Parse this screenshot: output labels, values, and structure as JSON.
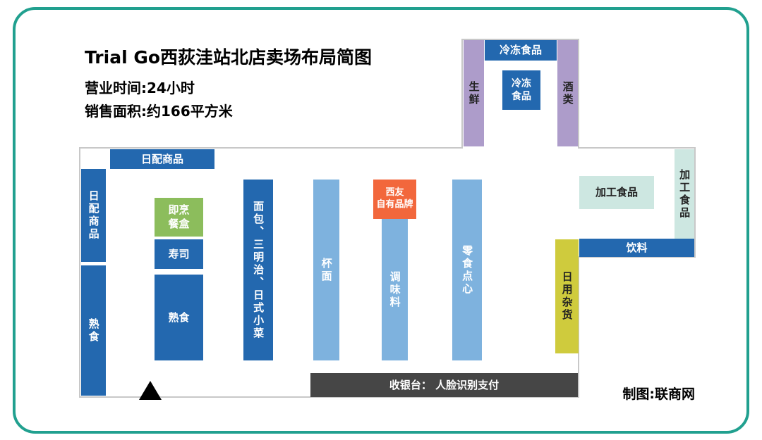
{
  "header": {
    "title": "Trial Go西荻洼站北店卖场布局简图",
    "business_hours": "营业时间:24小时",
    "sales_area": "销售面积:约166平方米"
  },
  "floorplan": {
    "frozen_food_top": "冷冻食品",
    "fresh_food": "生鲜",
    "liquor": "酒类",
    "frozen_food_island": "冷冻\n食品",
    "daily_goods_top": "日配商品",
    "daily_goods_left": "日配商品",
    "deli_left": "熟食",
    "ready_to_cook_meals": "即烹\n餐盒",
    "sushi": "寿司",
    "deli": "熟食",
    "bread_sandwich_sidedish": "面包、三明治、日式小菜",
    "cup_noodles": "杯面",
    "seiyu_private_brand": "西友\n自有品牌",
    "seasoning": "调味料",
    "snacks": "零食点心",
    "processed_food_island": "加工食品",
    "processed_food_right": "加工食品",
    "drinks": "饮料",
    "household_sundries": "日用杂货",
    "cashier": "收银台： 人脸识别支付"
  },
  "credit": "制图:联商网",
  "palette": {
    "frame_teal": "#21a08f",
    "primary_blue": "#2368af",
    "light_blue": "#7eb2de",
    "purple": "#ad9cca",
    "green": "#8cbd5c",
    "orange": "#f2673c",
    "pale_teal": "#cde7e1",
    "yellow": "#cfcb3d",
    "cashier_gray": "#464646",
    "wall_gray": "#c8c8c8"
  }
}
